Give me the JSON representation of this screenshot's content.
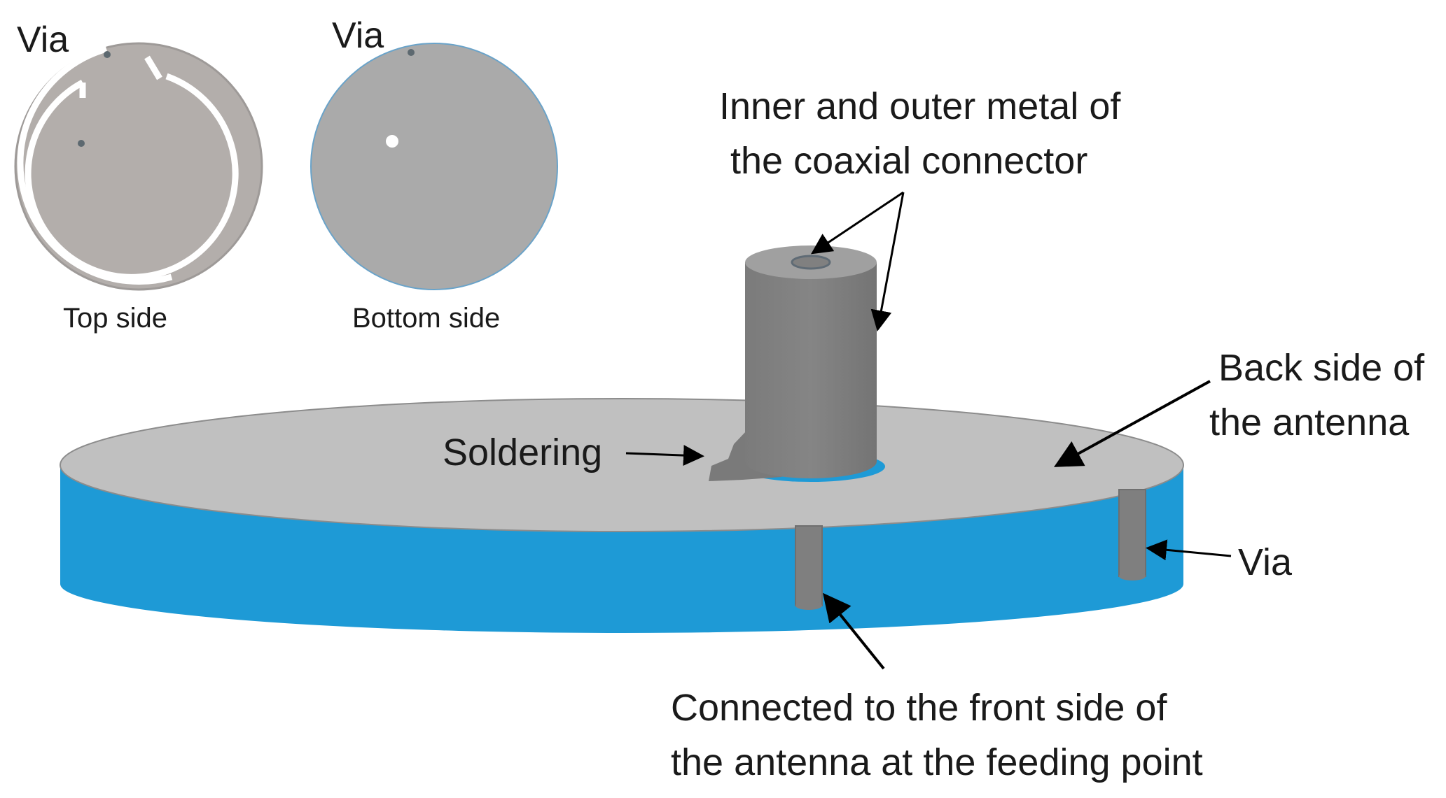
{
  "labels": {
    "via_top": "Via",
    "via_bottom": "Via",
    "top_side": "Top side",
    "bottom_side": "Bottom side",
    "coax_line1": "Inner and outer metal of",
    "coax_line2": "the coaxial connector",
    "back_line1": "Back side of",
    "back_line2": "the antenna",
    "soldering": "Soldering",
    "via_right": "Via",
    "front_line1": "Connected to the front side of",
    "front_line2": "the antenna at the feeding point"
  },
  "colors": {
    "substrate": "#1e9ad6",
    "copper_top": "#c0c0c0",
    "metal": "#808080",
    "disc_top": "#b3aeab",
    "disc_bottom": "#aaaaaa",
    "arrow": "#000000"
  }
}
